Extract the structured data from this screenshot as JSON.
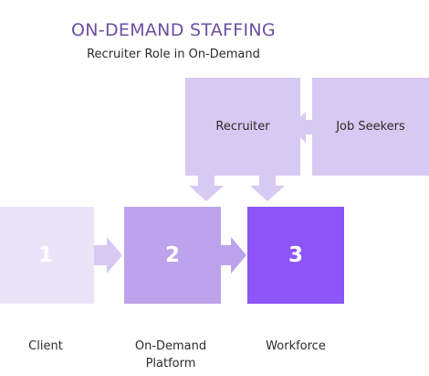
{
  "header": {
    "title": "ON-DEMAND STAFFING",
    "subtitle": "Recruiter Role in On-Demand"
  },
  "top_boxes": {
    "recruiter": "Recruiter",
    "job_seekers": "Job Seekers"
  },
  "steps": [
    {
      "number": "1",
      "caption": "Client"
    },
    {
      "number": "2",
      "caption": "On-Demand\nPlatform"
    },
    {
      "number": "3",
      "caption": "Workforce"
    }
  ],
  "colors": {
    "title": "#6b4fa3",
    "light_box": "#d8c9f2",
    "step1": "#ebe4f8",
    "step2": "#bca4ec",
    "step3": "#8c55f7"
  }
}
